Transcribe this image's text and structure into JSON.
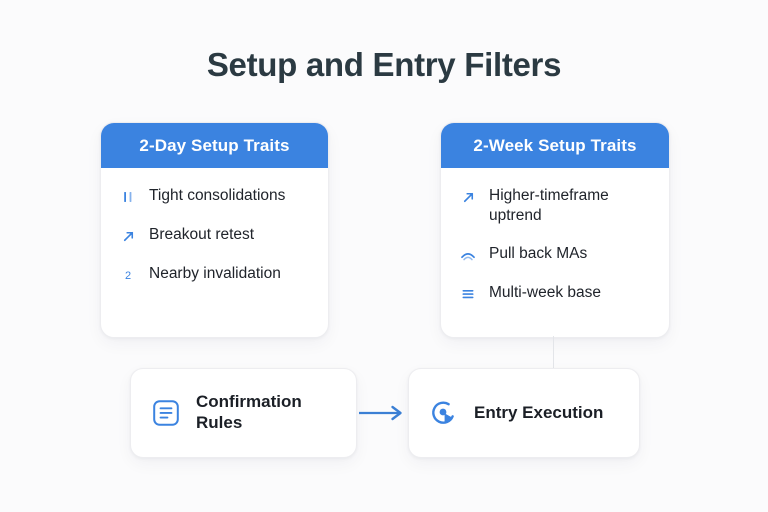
{
  "page": {
    "title": "Setup and Entry Filters",
    "background_color": "#fbfbfc",
    "accent_color": "#3b83e0",
    "title_color": "#2b3a42"
  },
  "cards": [
    {
      "id": "two-day",
      "header": "2-Day Setup Traits",
      "header_bg": "#3b83e0",
      "items": [
        {
          "icon": "tight-range-icon",
          "label": "Tight consolidations"
        },
        {
          "icon": "arrow-up-right-icon",
          "label": "Breakout retest"
        },
        {
          "icon": "number-two-icon",
          "label": "Nearby invalidation"
        }
      ]
    },
    {
      "id": "two-week",
      "header": "2-Week Setup Traits",
      "header_bg": "#3b83e0",
      "items": [
        {
          "icon": "arrow-up-right-icon",
          "label": "Higher-timeframe uptrend"
        },
        {
          "icon": "wave-arc-icon",
          "label": "Pull back MAs"
        },
        {
          "icon": "list-lines-icon",
          "label": "Multi-week base"
        }
      ]
    }
  ],
  "flow": {
    "confirmation": {
      "icon": "document-lines-icon",
      "label": "Confirmation Rules"
    },
    "entry": {
      "icon": "target-play-icon",
      "label": "Entry Execution"
    },
    "arrow_color": "#3b7fd4",
    "connector_color": "#e3e5e9"
  }
}
